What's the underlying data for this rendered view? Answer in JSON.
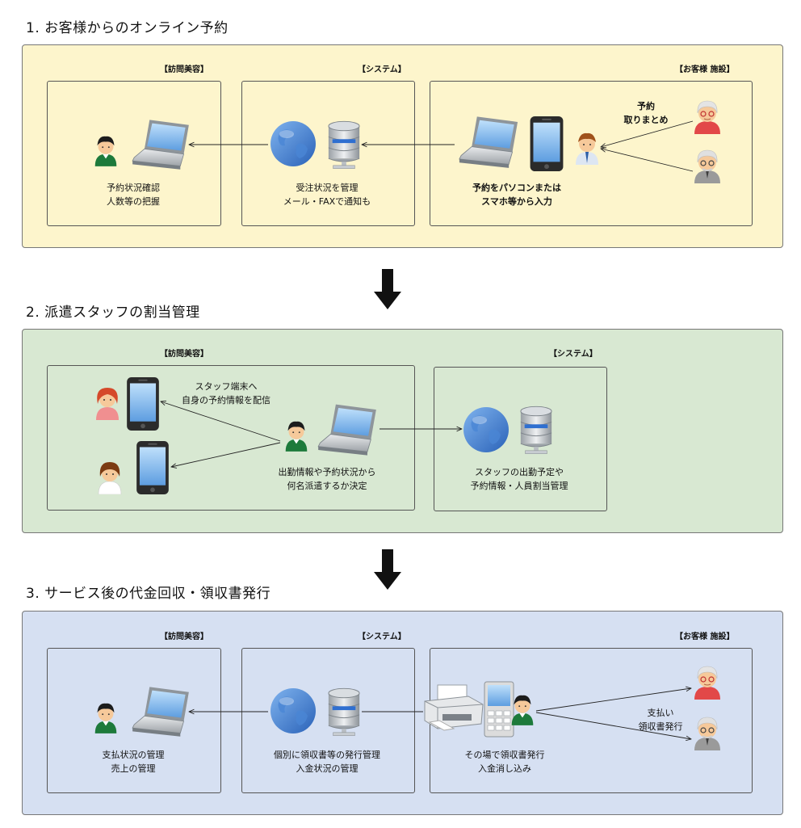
{
  "sections": [
    {
      "title": "1. お客様からのオンライン予約",
      "boxes": {
        "left": {
          "label": "【訪問美容】",
          "lines": [
            "予約状況確認",
            "人数等の把握"
          ]
        },
        "mid": {
          "label": "【システム】",
          "lines": [
            "受注状況を管理",
            "メール・FAXで通知も"
          ]
        },
        "right": {
          "label": "【お客様 施設】",
          "lines": [
            "予約をパソコンまたは",
            "スマホ等から入力"
          ]
        }
      },
      "note": [
        "予約",
        "取りまとめ"
      ]
    },
    {
      "title": "2. 派遣スタッフの割当管理",
      "boxes": {
        "left": {
          "label": "【訪問美容】",
          "note": [
            "スタッフ端末へ",
            "自身の予約情報を配信"
          ],
          "lines": [
            "出勤情報や予約状況から",
            "何名派遣するか決定"
          ]
        },
        "mid": {
          "label": "【システム】",
          "lines": [
            "スタッフの出勤予定や",
            "予約情報・人員割当管理"
          ]
        }
      }
    },
    {
      "title": "3. サービス後の代金回収・領収書発行",
      "boxes": {
        "left": {
          "label": "【訪問美容】",
          "lines": [
            "支払状況の管理",
            "売上の管理"
          ]
        },
        "mid": {
          "label": "【システム】",
          "lines": [
            "個別に領収書等の発行管理",
            "入金状況の管理"
          ]
        },
        "right": {
          "label": "【お客様 施設】",
          "lines": [
            "その場で領収書発行",
            "入金消し込み"
          ]
        }
      },
      "note": [
        "支払い",
        "領収書発行"
      ]
    }
  ]
}
